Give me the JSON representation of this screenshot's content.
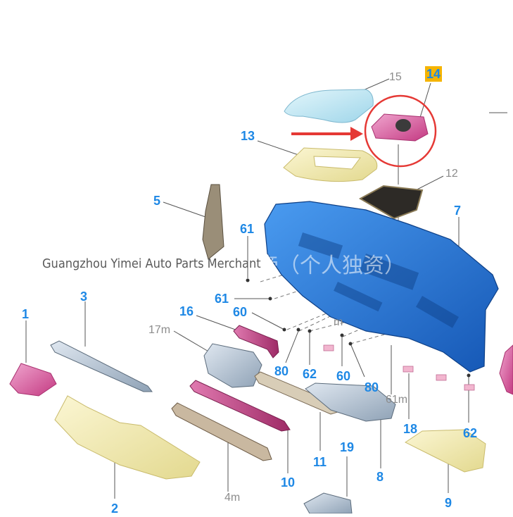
{
  "watermark": {
    "text": "Guangzhou Yimei Auto Parts Merchant",
    "cn_text": "帝（个人独资）"
  },
  "colors": {
    "label": "#1e88e5",
    "label_gray": "#8c8c8c",
    "highlight": "#f5b400",
    "circle": "#e53935",
    "arrow": "#e53935",
    "dashboard": "#1f6fd1",
    "part_pink": "#d04a90",
    "part_yellow": "#f3ecb0",
    "part_cyan": "#bfe6f3",
    "part_gray": "#a9b8c8"
  },
  "labels": [
    {
      "id": "14",
      "text": "14"
    },
    {
      "id": "15",
      "text": "15"
    },
    {
      "id": "13",
      "text": "13"
    },
    {
      "id": "12",
      "text": "12"
    },
    {
      "id": "5",
      "text": "5"
    },
    {
      "id": "7",
      "text": "7"
    },
    {
      "id": "61a",
      "text": "61"
    },
    {
      "id": "61b",
      "text": "61"
    },
    {
      "id": "60a",
      "text": "60"
    },
    {
      "id": "16",
      "text": "16"
    },
    {
      "id": "17m",
      "text": "17m"
    },
    {
      "id": "3",
      "text": "3"
    },
    {
      "id": "1",
      "text": "1"
    },
    {
      "id": "80a",
      "text": "80"
    },
    {
      "id": "62a",
      "text": "62"
    },
    {
      "id": "60b",
      "text": "60"
    },
    {
      "id": "80b",
      "text": "80"
    },
    {
      "id": "61m",
      "text": "61m"
    },
    {
      "id": "18",
      "text": "18"
    },
    {
      "id": "62b",
      "text": "62"
    },
    {
      "id": "11",
      "text": "11"
    },
    {
      "id": "19",
      "text": "19"
    },
    {
      "id": "8",
      "text": "8"
    },
    {
      "id": "10",
      "text": "10"
    },
    {
      "id": "9",
      "text": "9"
    },
    {
      "id": "2",
      "text": "2"
    },
    {
      "id": "4m",
      "text": "4m"
    },
    {
      "id": "m",
      "text": "m"
    }
  ]
}
